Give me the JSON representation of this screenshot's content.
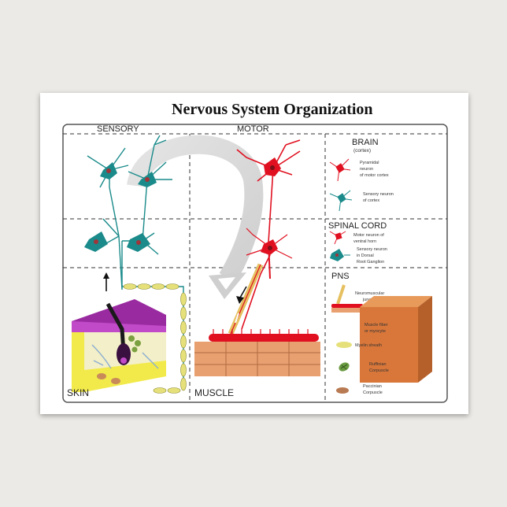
{
  "title": "Nervous System Organization",
  "columns": {
    "sensory": "SENSORY",
    "motor": "MOTOR"
  },
  "corner_labels": {
    "skin": "SKIN",
    "muscle": "MUSCLE"
  },
  "legend": {
    "brain": {
      "heading": "BRAIN",
      "subheading": "(cortex)",
      "items": [
        {
          "icon": "pyramidal-neuron-icon",
          "lines": [
            "Pyramidal",
            "neuron",
            "of motor cortex"
          ]
        },
        {
          "icon": "sensory-neuron-cortex-icon",
          "lines": [
            "Sensory neuron",
            "of cortex"
          ]
        }
      ]
    },
    "spinal_cord": {
      "heading": "SPINAL CORD",
      "items": [
        {
          "icon": "ventral-horn-motor-neuron-icon",
          "lines": [
            "Motor neuron of",
            "ventral horn"
          ]
        },
        {
          "icon": "dorsal-root-ganglion-neuron-icon",
          "lines": [
            "Sensory neuron",
            "in Dorsal",
            "Root Ganglion"
          ]
        }
      ]
    },
    "pns": {
      "heading": "PNS",
      "items": [
        {
          "icon": "neuromuscular-junction-icon",
          "lines": [
            "Neuromuscular",
            "junction"
          ]
        },
        {
          "icon": "muscle-fiber-icon",
          "lines": [
            "Muscle fiber",
            "or myocyte"
          ]
        },
        {
          "icon": "myelin-sheath-icon",
          "lines": [
            "Myelin sheath"
          ]
        },
        {
          "icon": "ruffinian-corpuscle-icon",
          "lines": [
            "Ruffinian",
            "Corpuscle"
          ]
        },
        {
          "icon": "paccinian-corpuscle-icon",
          "lines": [
            "Paccinian",
            "Corpuscle"
          ]
        }
      ]
    }
  },
  "colors": {
    "sensory_neuron": "#1a8a8a",
    "motor_neuron": "#e01020",
    "myelin": "#e6e07a",
    "muscle": "#e8a070",
    "skin": "#f2ea4a",
    "dermis": "#9a2aa0",
    "block": "#d9773a"
  }
}
